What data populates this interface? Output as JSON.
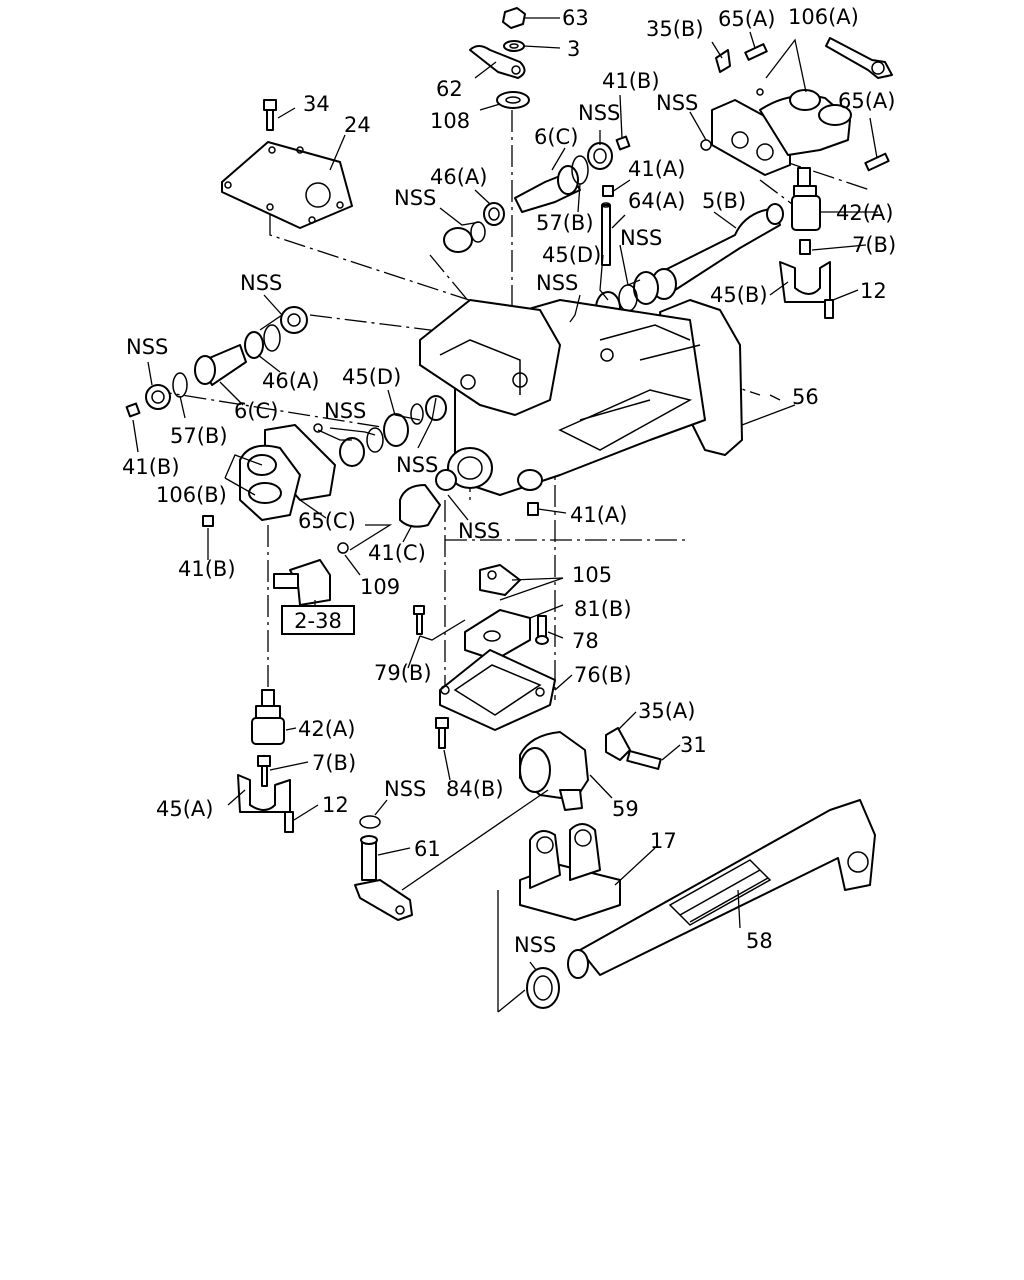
{
  "labels": {
    "l63": "63",
    "l3": "3",
    "l62": "62",
    "l108": "108",
    "l35b": "35(B)",
    "l65a_top": "65(A)",
    "l106a": "106(A)",
    "l41b_top": "41(B)",
    "nss_top1": "NSS",
    "nss_top2": "NSS",
    "l65a_right": "65(A)",
    "l34": "34",
    "l24": "24",
    "l6c_top": "6(C)",
    "l46a_top": "46(A)",
    "nss_46a": "NSS",
    "l41a_top": "41(A)",
    "l57b_top": "57(B)",
    "l64a": "64(A)",
    "l5b": "5(B)",
    "l42a_top": "42(A)",
    "l45d_top": "45(D)",
    "nss_45d_top": "NSS",
    "nss_57b": "NSS",
    "l7b_top": "7(B)",
    "l45b": "45(B)",
    "l12_top": "12",
    "nss_46a_left": "NSS",
    "nss_left": "NSS",
    "l46a_left": "46(A)",
    "l45d_left": "45(D)",
    "l56": "56",
    "l57b_left": "57(B)",
    "l6c_left": "6(C)",
    "nss_mid": "NSS",
    "l41b_left": "41(B)",
    "nss_mid2": "NSS",
    "l106b": "106(B)",
    "l65c": "65(C)",
    "l41a_mid": "41(A)",
    "nss_mid3": "NSS",
    "l41b_low": "41(B)",
    "l41c": "41(C)",
    "l109": "109",
    "ref_box": "2-38",
    "l105": "105",
    "l81b": "81(B)",
    "l78": "78",
    "l79b": "79(B)",
    "l76b": "76(B)",
    "l42a_low": "42(A)",
    "l7b_low": "7(B)",
    "l45a": "45(A)",
    "l12_low": "12",
    "l35a": "35(A)",
    "l31": "31",
    "l84b": "84(B)",
    "nss_61": "NSS",
    "l59": "59",
    "l61": "61",
    "l17": "17",
    "nss_bottom": "NSS",
    "l58": "58"
  }
}
